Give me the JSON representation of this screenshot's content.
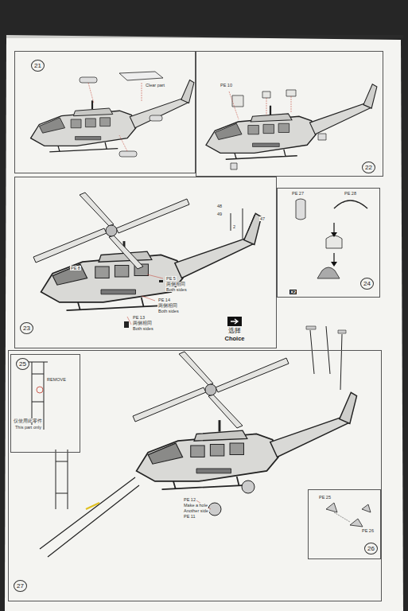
{
  "diagram": {
    "nodes": [
      {
        "text": [
          "21"
        ]
      },
      {
        "text": [
          "22"
        ]
      },
      {
        "text": [
          "23"
        ]
      },
      {
        "text": [
          "24"
        ]
      },
      {
        "text": [
          "选择",
          "Choice"
        ]
      },
      {
        "text": [
          "27"
        ]
      },
      {
        "text": [
          "25"
        ],
        "in": 5
      },
      {
        "text": [
          "26"
        ],
        "in": 5
      }
    ],
    "labels": [
      "Clear part",
      "PE 10",
      "48",
      "49",
      "2",
      "47",
      "PE 5",
      "两侧相同",
      "Both sides",
      "PE 14",
      "两侧相同",
      "Both sides",
      "PE 13",
      "两侧相同",
      "Both sides",
      "PE 27",
      "PE 28",
      "X2",
      "REMOVE",
      "仅使用此零件",
      "This part only",
      "PE 12",
      "Make a hole",
      "Another side",
      "PE 11",
      "PE 25",
      "PE 26",
      "PE 8"
    ]
  }
}
